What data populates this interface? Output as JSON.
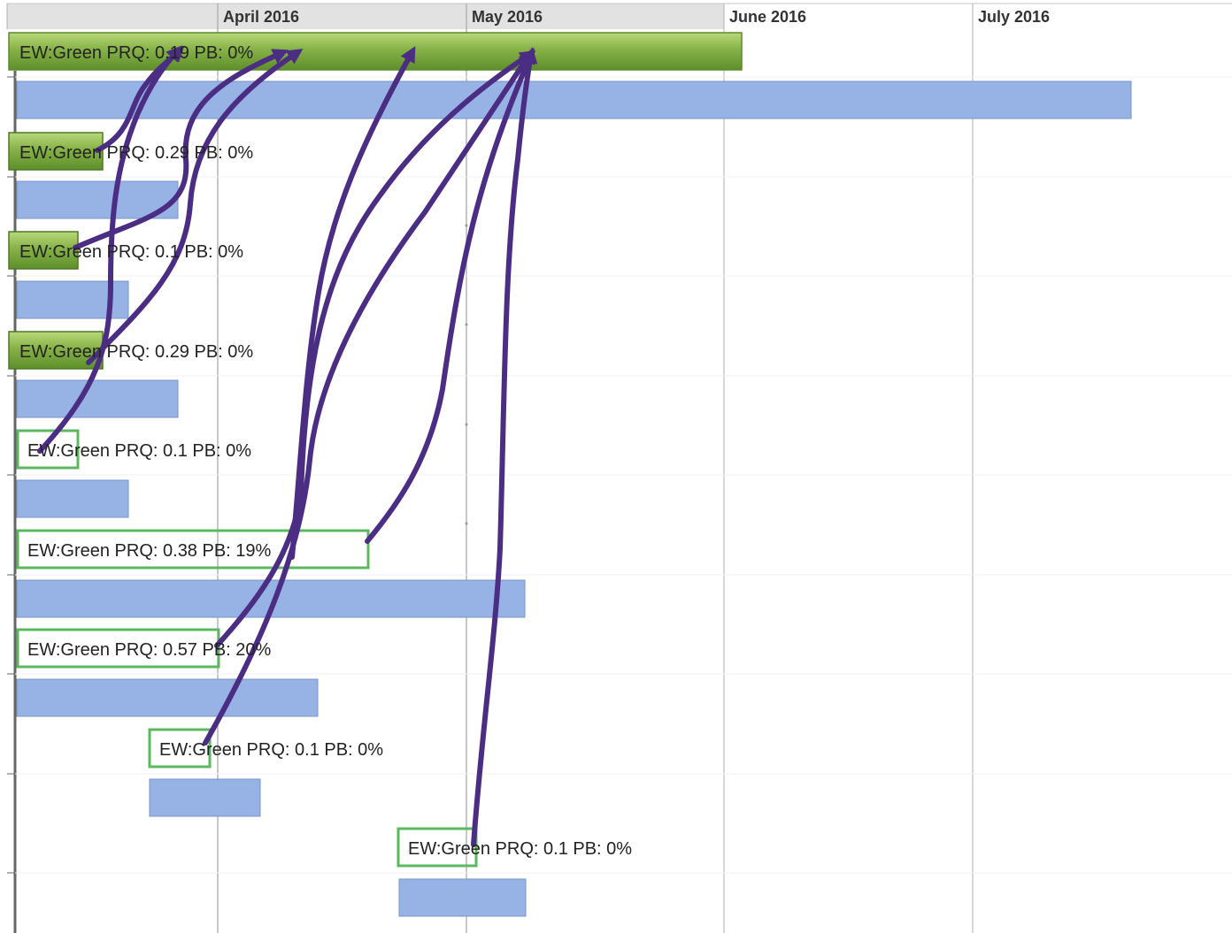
{
  "timeline": {
    "months": [
      {
        "label": "April 2016",
        "shaded": true
      },
      {
        "label": "May 2016",
        "shaded": true
      },
      {
        "label": "June 2016",
        "shaded": false
      },
      {
        "label": "July 2016",
        "shaded": false
      }
    ]
  },
  "colors": {
    "header_shaded": "#e2e2e2",
    "gridline": "#c6c6c6",
    "month_divider": "#b0b0b0",
    "header_text": "#333333",
    "task_text": "#222222",
    "parent_bar": "#86b247",
    "parent_bar_stroke": "#5c8a2b",
    "milestone_fill": "#7ea53a",
    "milestone_stroke": "#4d7a24",
    "outline_box": "#5cb860",
    "progress_bar": "#97b3e5",
    "progress_bar_stroke": "#7a96c8",
    "arrow": "#4b2e83",
    "axis_left": "#666666"
  },
  "tasks": [
    {
      "label": "EW:Green PRQ: 0.19 PB: 0%",
      "style": "parent-bar",
      "interactable": true
    },
    {
      "label": "EW:Green PRQ: 0.29 PB: 0%",
      "style": "filled-marker",
      "interactable": true
    },
    {
      "label": "EW:Green PRQ: 0.1 PB: 0%",
      "style": "filled-marker",
      "interactable": true
    },
    {
      "label": "EW:Green PRQ: 0.29 PB: 0%",
      "style": "filled-marker",
      "interactable": true
    },
    {
      "label": "EW:Green PRQ: 0.1 PB: 0%",
      "style": "outline-marker",
      "interactable": true
    },
    {
      "label": "EW:Green PRQ: 0.38 PB: 19%",
      "style": "outline-marker",
      "interactable": true
    },
    {
      "label": "EW:Green PRQ: 0.57 PB: 20%",
      "style": "outline-marker",
      "interactable": true
    },
    {
      "label": "EW:Green PRQ: 0.1 PB: 0%",
      "style": "outline-marker",
      "interactable": true
    },
    {
      "label": "EW:Green PRQ: 0.1 PB: 0%",
      "style": "outline-marker",
      "interactable": true
    }
  ],
  "dependency_arrows": {
    "color": "#4b2e83",
    "count": 8,
    "icon": "dependency-arrow-icon"
  }
}
